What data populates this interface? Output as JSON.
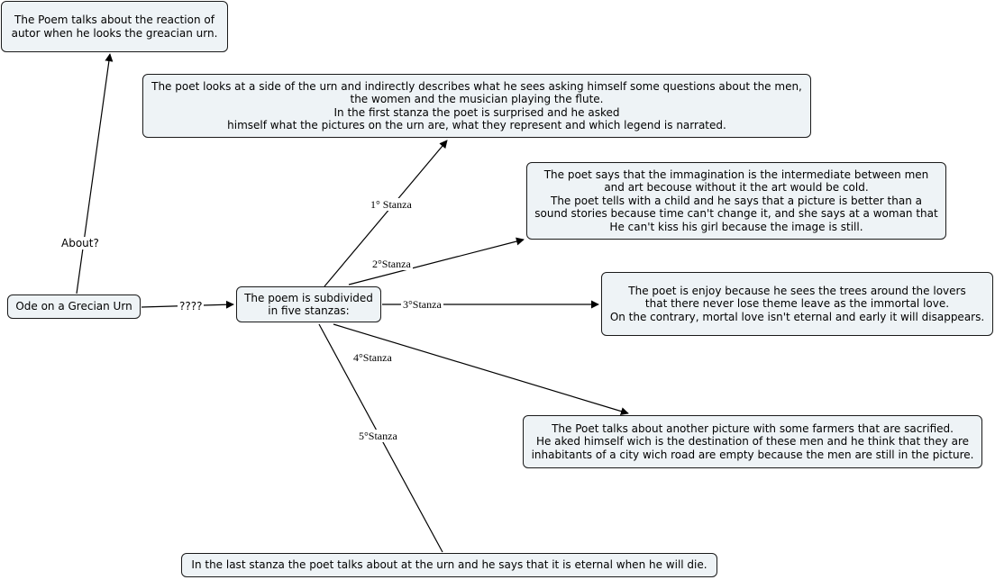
{
  "nodes": {
    "about_poem": "The Poem talks about the reaction of\nautor when he looks the greacian urn.",
    "root": "Ode on a Grecian Urn",
    "stanzas": "The poem is subdivided\nin five stanzas:",
    "stanza1_desc": "The poet looks at a side of the urn and indirectly describes what he sees asking himself some questions about the men,\nthe women and the musician playing the flute.\nIn the first stanza the poet is surprised and he asked\nhimself what the pictures on the urn are, what they represent and which legend is narrated.",
    "stanza2_desc": "The poet says that the immagination is the intermediate between men\nand art becouse without it the art would be cold.\nThe poet tells with a child and he says that a picture is better than a\nsound stories because time can't change it, and she says at a woman that\nHe can't kiss his girl because the image is still.",
    "stanza3_desc": "The poet is enjoy because he sees the trees around the lovers\nthat there never lose theme leave as the immortal love.\nOn the contrary, mortal love isn't eternal and early it will disappears.",
    "stanza4_desc": "The Poet talks about another picture with some farmers that are sacrified.\nHe aked himself wich is the destination of these men and he think that they are\ninhabitants of a city wich road are empty because the men are still in the picture.",
    "stanza5_desc": "In the last stanza the poet talks about at the urn and he says that it is eternal when he will die."
  },
  "links": {
    "about": "About?",
    "unknown": "????",
    "s1": "1° Stanza",
    "s2": "2°Stanza",
    "s3": "3°Stanza",
    "s4": "4°Stanza",
    "s5": "5°Stanza"
  },
  "colors": {
    "node_fill": "#eef3f6",
    "node_border": "#1a1a1a",
    "line": "#000000"
  }
}
